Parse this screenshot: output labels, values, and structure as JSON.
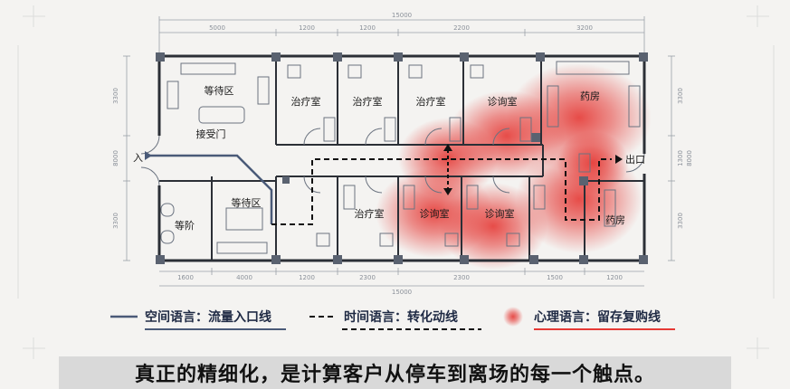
{
  "dimensions": {
    "top_total": "15000",
    "top_segments": [
      "5000",
      "1200",
      "1200",
      "2200",
      "3200"
    ],
    "bottom_total": "15000",
    "bottom_segments": [
      "1600",
      "4000",
      "1200",
      "2300",
      "2300",
      "1500",
      "1200"
    ],
    "left_segments": [
      "3300",
      "8000",
      "3300"
    ],
    "right_segments": [
      "3300",
      "8000",
      "1300",
      "3300"
    ]
  },
  "rooms": {
    "waiting_top": "等待区",
    "reception": "接受门",
    "treatment_1": "治疗室",
    "treatment_2": "治疗室",
    "treatment_3": "治疗室",
    "consult_top": "诊询室",
    "pharmacy_top": "药房",
    "restroom": "等阶",
    "waiting_bottom": "等待区",
    "treatment_4": "治疗室",
    "consult_bottom_1": "诊询室",
    "consult_bottom_2": "诊询室",
    "pharmacy_bottom": "药房"
  },
  "markers": {
    "entrance": "入",
    "exit": "出口"
  },
  "legend": {
    "space": "空间语言：流量入口线",
    "time": "时间语言：转化动线",
    "psych": "心理语言：留存复购线"
  },
  "colors": {
    "space_line": "#4a5a78",
    "time_line": "#111111",
    "heat": "#e53935",
    "wall": "#2b2f36"
  },
  "banner": "真正的精细化，是计算客户从停车到离场的每一个触点。"
}
